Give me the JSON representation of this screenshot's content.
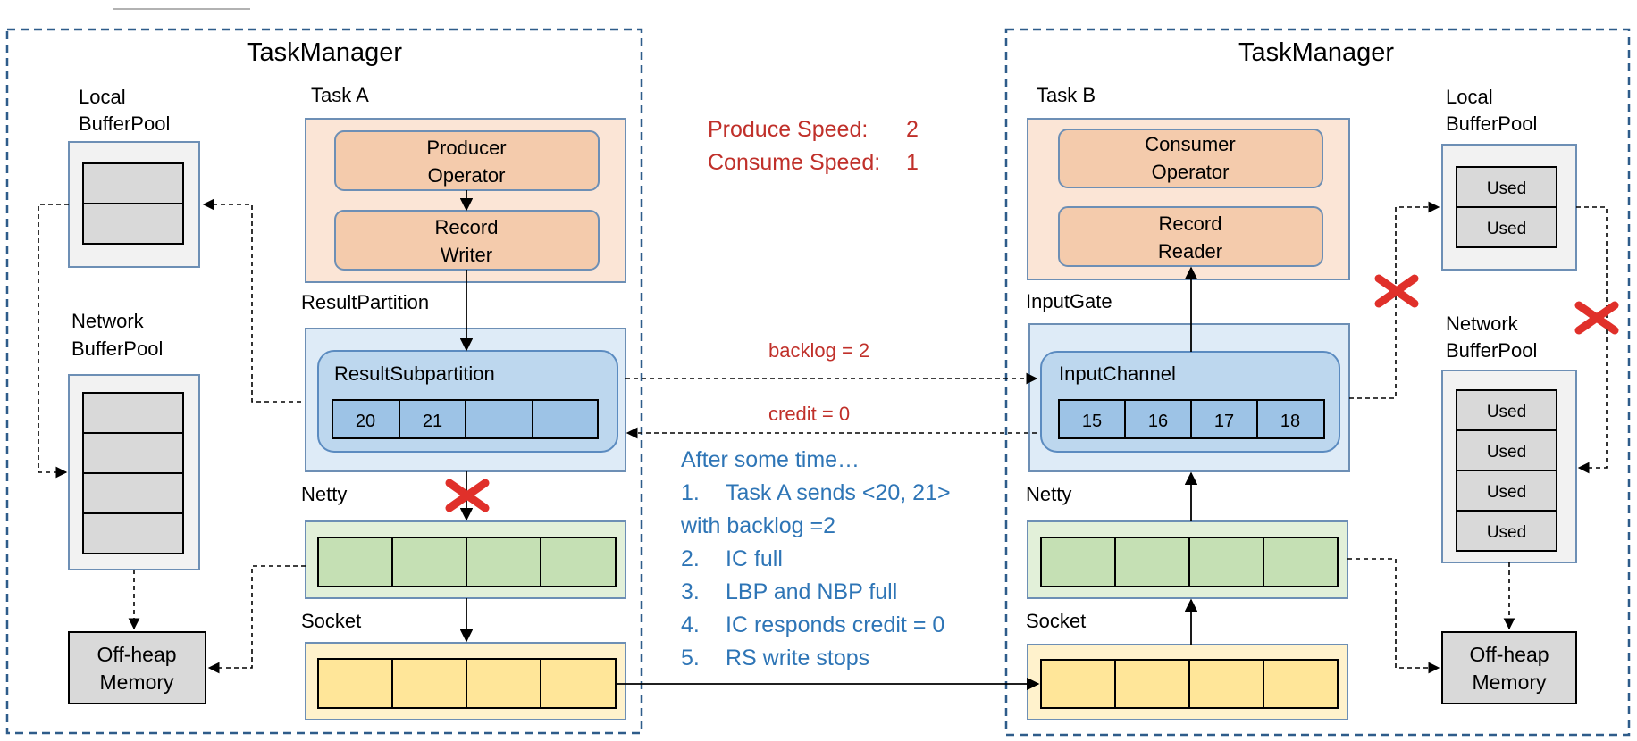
{
  "left_tm": {
    "title": "TaskManager",
    "local_pool_label": [
      "Local",
      "BufferPool"
    ],
    "network_pool_label": [
      "Network",
      "BufferPool"
    ],
    "offheap_label": [
      "Off-heap",
      "Memory"
    ],
    "task_label": "Task A",
    "operator_label": [
      "Producer",
      "Operator"
    ],
    "rw_label": [
      "Record",
      "Writer"
    ],
    "rp_label": "ResultPartition",
    "rsp_label": "ResultSubpartition",
    "rsp_cells": [
      "20",
      "21",
      "",
      ""
    ],
    "netty_label": "Netty",
    "socket_label": "Socket"
  },
  "right_tm": {
    "title": "TaskManager",
    "local_pool_label": [
      "Local",
      "BufferPool"
    ],
    "local_pool_cells": [
      "Used",
      "Used"
    ],
    "network_pool_label": [
      "Network",
      "BufferPool"
    ],
    "network_pool_cells": [
      "Used",
      "Used",
      "Used",
      "Used"
    ],
    "offheap_label": [
      "Off-heap",
      "Memory"
    ],
    "task_label": "Task B",
    "operator_label": [
      "Consumer",
      "Operator"
    ],
    "rr_label": [
      "Record",
      "Reader"
    ],
    "ig_label": "InputGate",
    "ic_label": "InputChannel",
    "ic_cells": [
      "15",
      "16",
      "17",
      "18"
    ],
    "netty_label": "Netty",
    "socket_label": "Socket"
  },
  "speeds": {
    "produce_label": "Produce Speed:",
    "produce_value": "2",
    "consume_label": "Consume Speed:",
    "consume_value": "1"
  },
  "arrows": {
    "backlog": "backlog = 2",
    "credit": "credit = 0"
  },
  "notes": {
    "intro": "After some time…",
    "steps": [
      [
        "1.",
        "Task A sends <20, 21>"
      ],
      [
        "",
        "with backlog =2"
      ],
      [
        "2.",
        "IC full"
      ],
      [
        "3.",
        "LBP and NBP full"
      ],
      [
        "4.",
        "IC responds credit = 0"
      ],
      [
        "5.",
        "RS write stops"
      ]
    ]
  },
  "colors": {
    "dashed_border": "#2E5C8A",
    "red": "#C0302A",
    "blue_text": "#2E75B6",
    "task_bg": "#FBE5D6",
    "operator_bg": "#F4CBAC",
    "partition_bg": "#DEEBF7",
    "sub_bg": "#BDD7EE",
    "cell_blue": "#9DC3E6",
    "netty_bg": "#E2F0D9",
    "netty_cell": "#C5E0B4",
    "socket_bg": "#FFF2CC",
    "socket_cell": "#FFE699",
    "pool_bg": "#F2F2F2",
    "pool_cell": "#D9D9D9"
  }
}
